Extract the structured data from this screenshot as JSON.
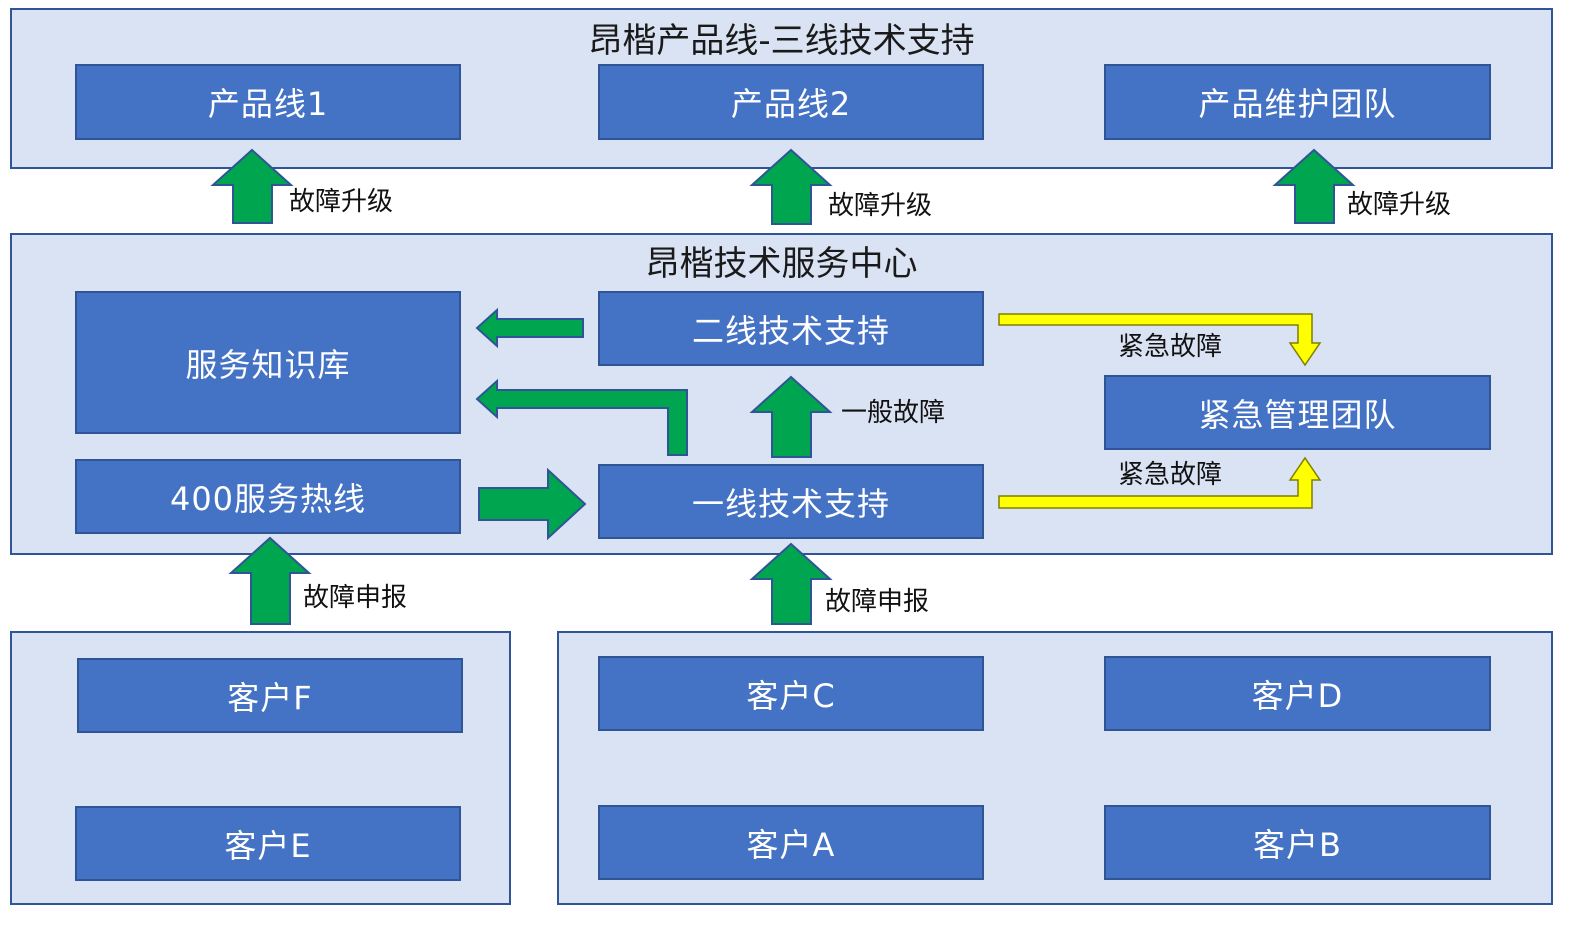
{
  "top_panel": {
    "title": "昂楷产品线-三线技术支持",
    "boxes": [
      "产品线1",
      "产品线2",
      "产品维护团队"
    ]
  },
  "center_panel": {
    "title": "昂楷技术服务中心",
    "knowledge_base": "服务知识库",
    "hotline": "400服务热线",
    "second_line": "二线技术支持",
    "first_line": "一线技术支持",
    "emergency_team": "紧急管理团队"
  },
  "bottom_left_panel": {
    "customers": [
      "客户F",
      "客户E"
    ]
  },
  "bottom_right_panel": {
    "customers": [
      "客户C",
      "客户D",
      "客户A",
      "客户B"
    ]
  },
  "labels": {
    "escalate": "故障升级",
    "report": "故障申报",
    "general_fault": "一般故障",
    "emergency_fault": "紧急故障"
  },
  "colors": {
    "panel_fill": "#dae3f3",
    "box_fill": "#4472c4",
    "green_arrow": "#00a550",
    "yellow_arrow": "#ffff00"
  }
}
